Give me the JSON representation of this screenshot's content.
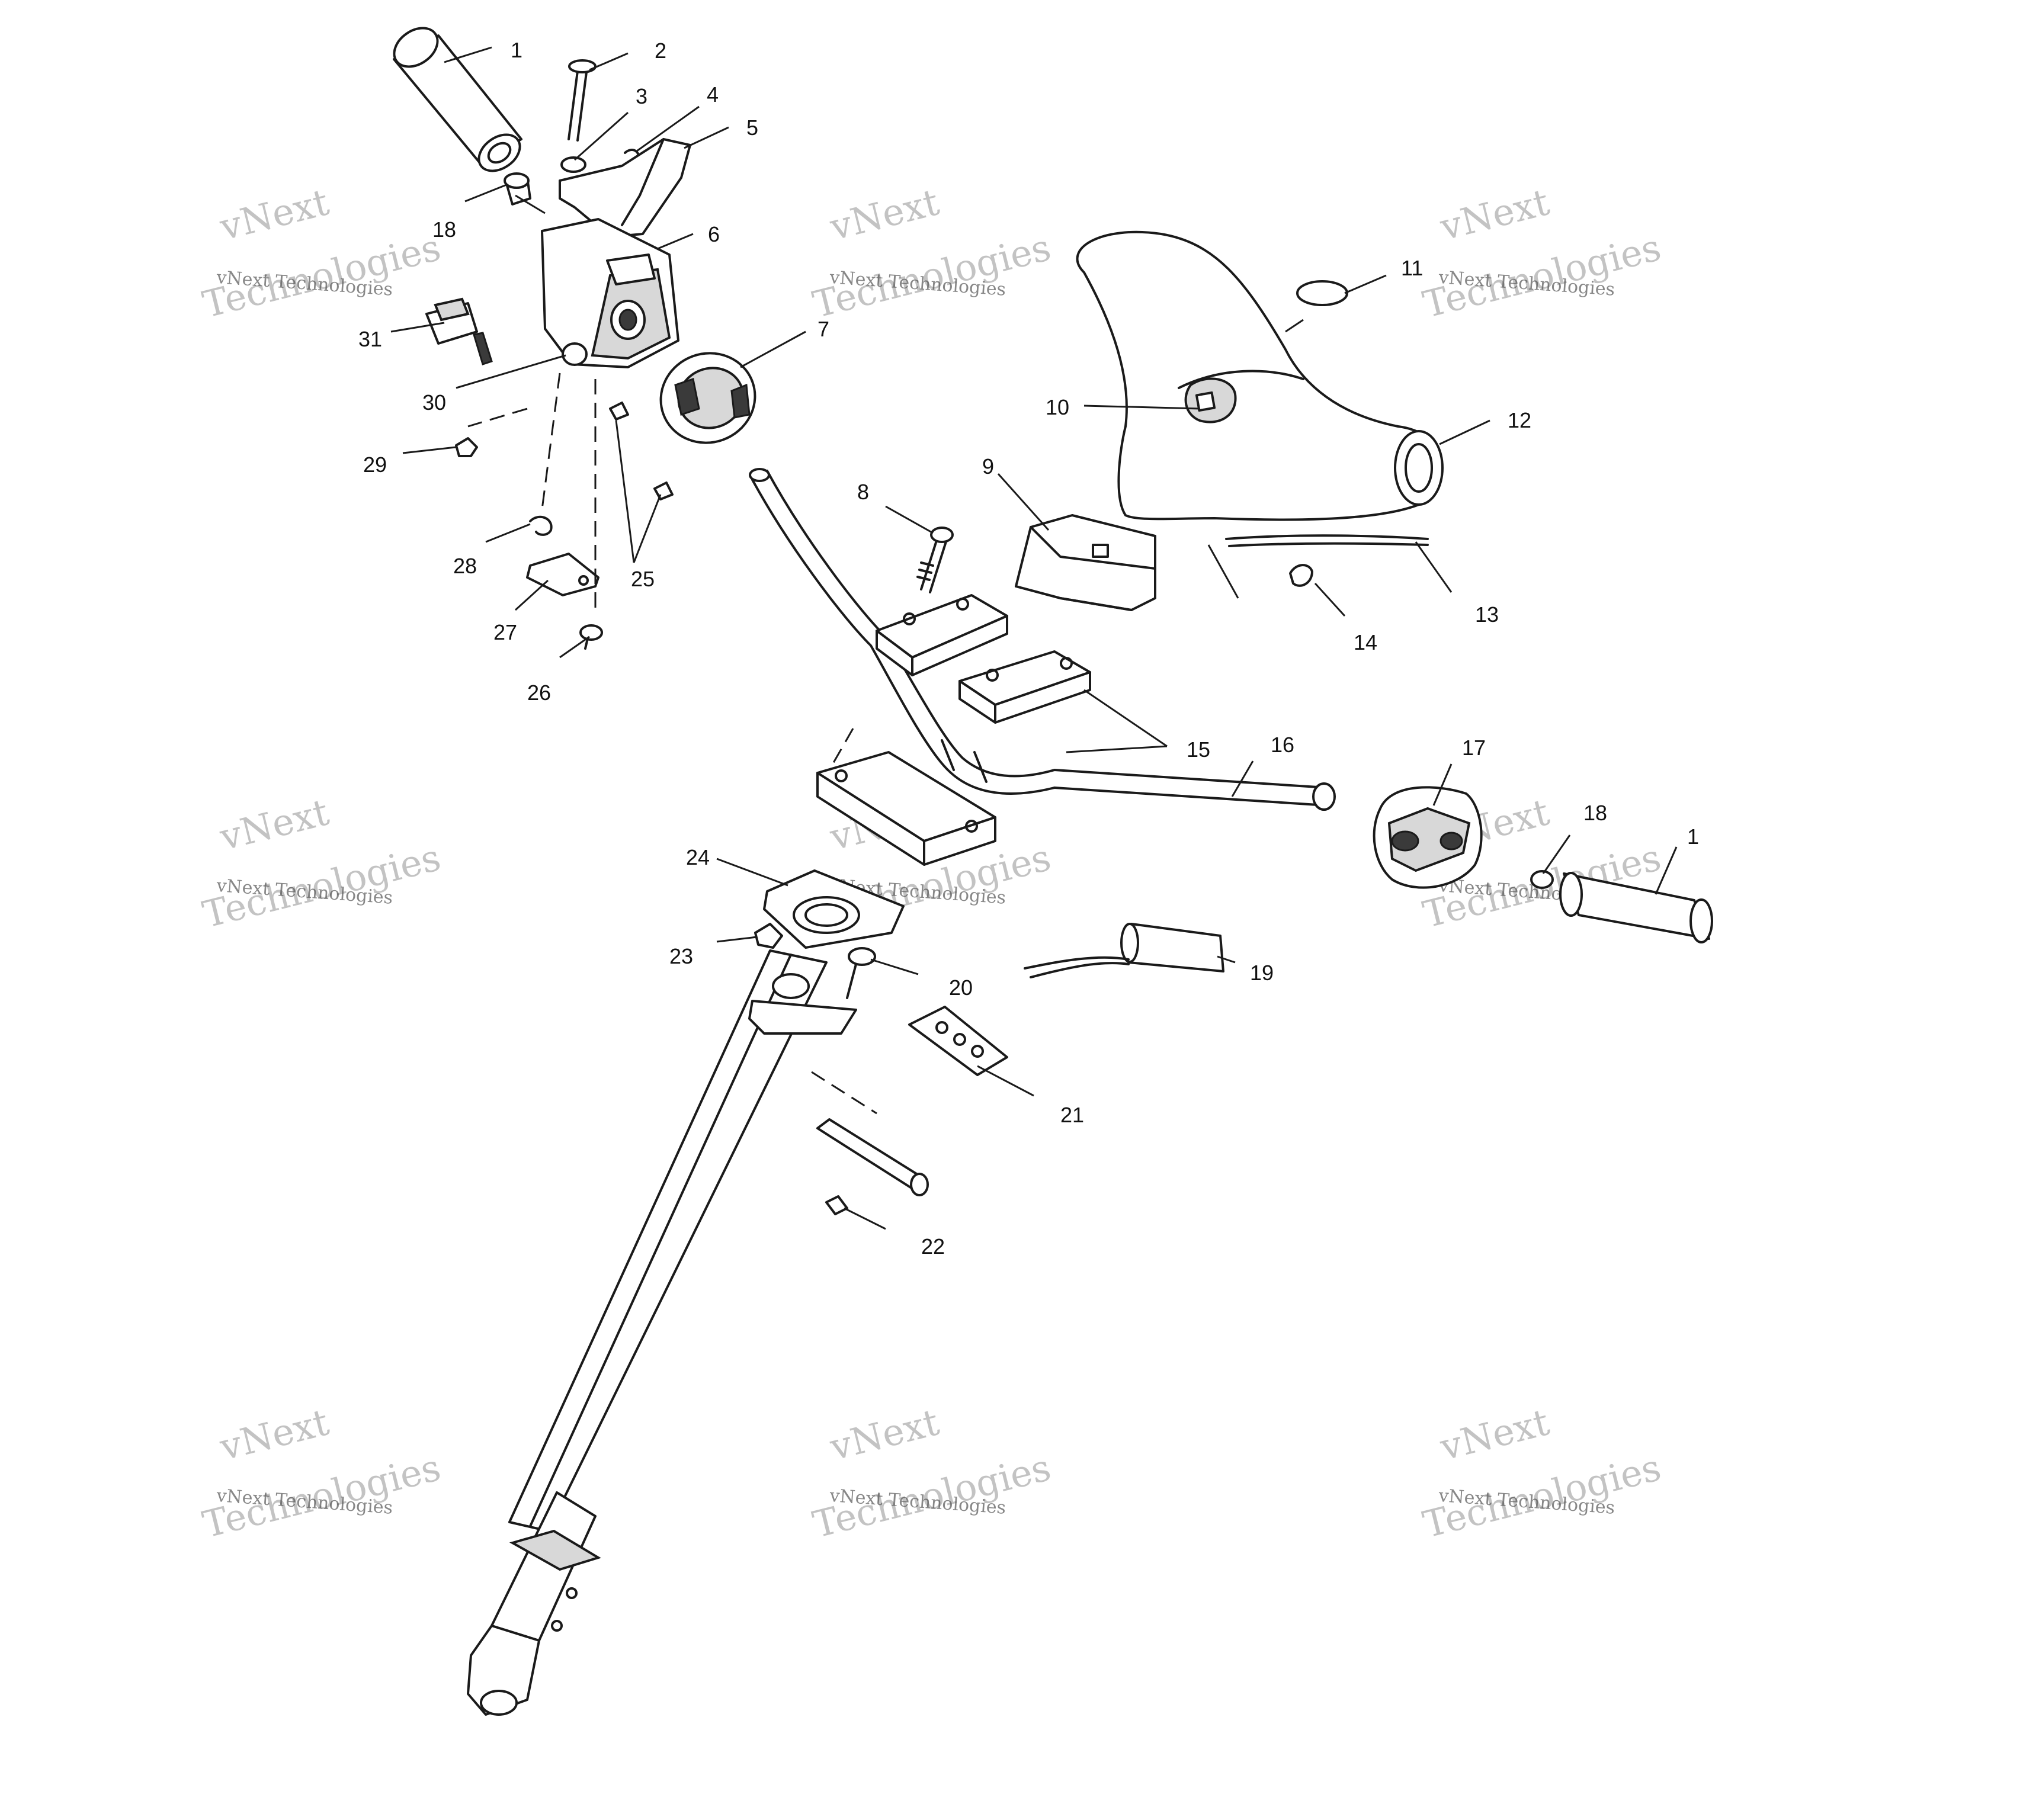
{
  "callouts": [
    {
      "id": "c1a",
      "label": "1"
    },
    {
      "id": "c2",
      "label": "2"
    },
    {
      "id": "c3",
      "label": "3"
    },
    {
      "id": "c4",
      "label": "4"
    },
    {
      "id": "c5",
      "label": "5"
    },
    {
      "id": "c6",
      "label": "6"
    },
    {
      "id": "c7",
      "label": "7"
    },
    {
      "id": "c8",
      "label": "8"
    },
    {
      "id": "c9",
      "label": "9"
    },
    {
      "id": "c10",
      "label": "10"
    },
    {
      "id": "c11",
      "label": "11"
    },
    {
      "id": "c12",
      "label": "12"
    },
    {
      "id": "c13",
      "label": "13"
    },
    {
      "id": "c14",
      "label": "14"
    },
    {
      "id": "c15",
      "label": "15"
    },
    {
      "id": "c16",
      "label": "16"
    },
    {
      "id": "c17",
      "label": "17"
    },
    {
      "id": "c18a",
      "label": "18"
    },
    {
      "id": "c18b",
      "label": "18"
    },
    {
      "id": "c1b",
      "label": "1"
    },
    {
      "id": "c19",
      "label": "19"
    },
    {
      "id": "c20",
      "label": "20"
    },
    {
      "id": "c21",
      "label": "21"
    },
    {
      "id": "c22",
      "label": "22"
    },
    {
      "id": "c23",
      "label": "23"
    },
    {
      "id": "c24",
      "label": "24"
    },
    {
      "id": "c25",
      "label": "25"
    },
    {
      "id": "c26",
      "label": "26"
    },
    {
      "id": "c27",
      "label": "27"
    },
    {
      "id": "c28",
      "label": "28"
    },
    {
      "id": "c29",
      "label": "29"
    },
    {
      "id": "c30",
      "label": "30"
    },
    {
      "id": "c31",
      "label": "31"
    }
  ],
  "watermark": {
    "line1": "vNext",
    "line2": "vNext Technologies",
    "line3": "Technologies"
  }
}
